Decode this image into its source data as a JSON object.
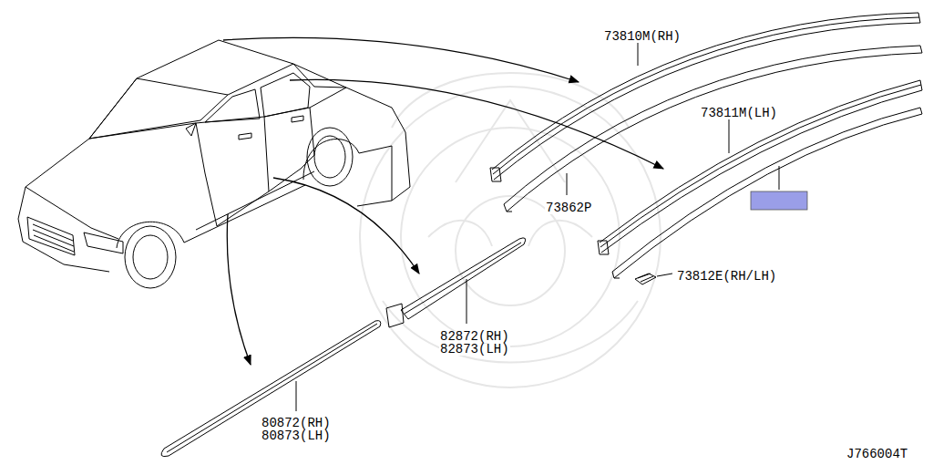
{
  "diagram": {
    "labels": [
      "73810M(RH)",
      "73862P",
      "73811M(LH)",
      "73812E(RH/LH)",
      "82872(RH)",
      "82873(LH)",
      "80872(RH)",
      "80873(LH)",
      "J766004T"
    ]
  }
}
